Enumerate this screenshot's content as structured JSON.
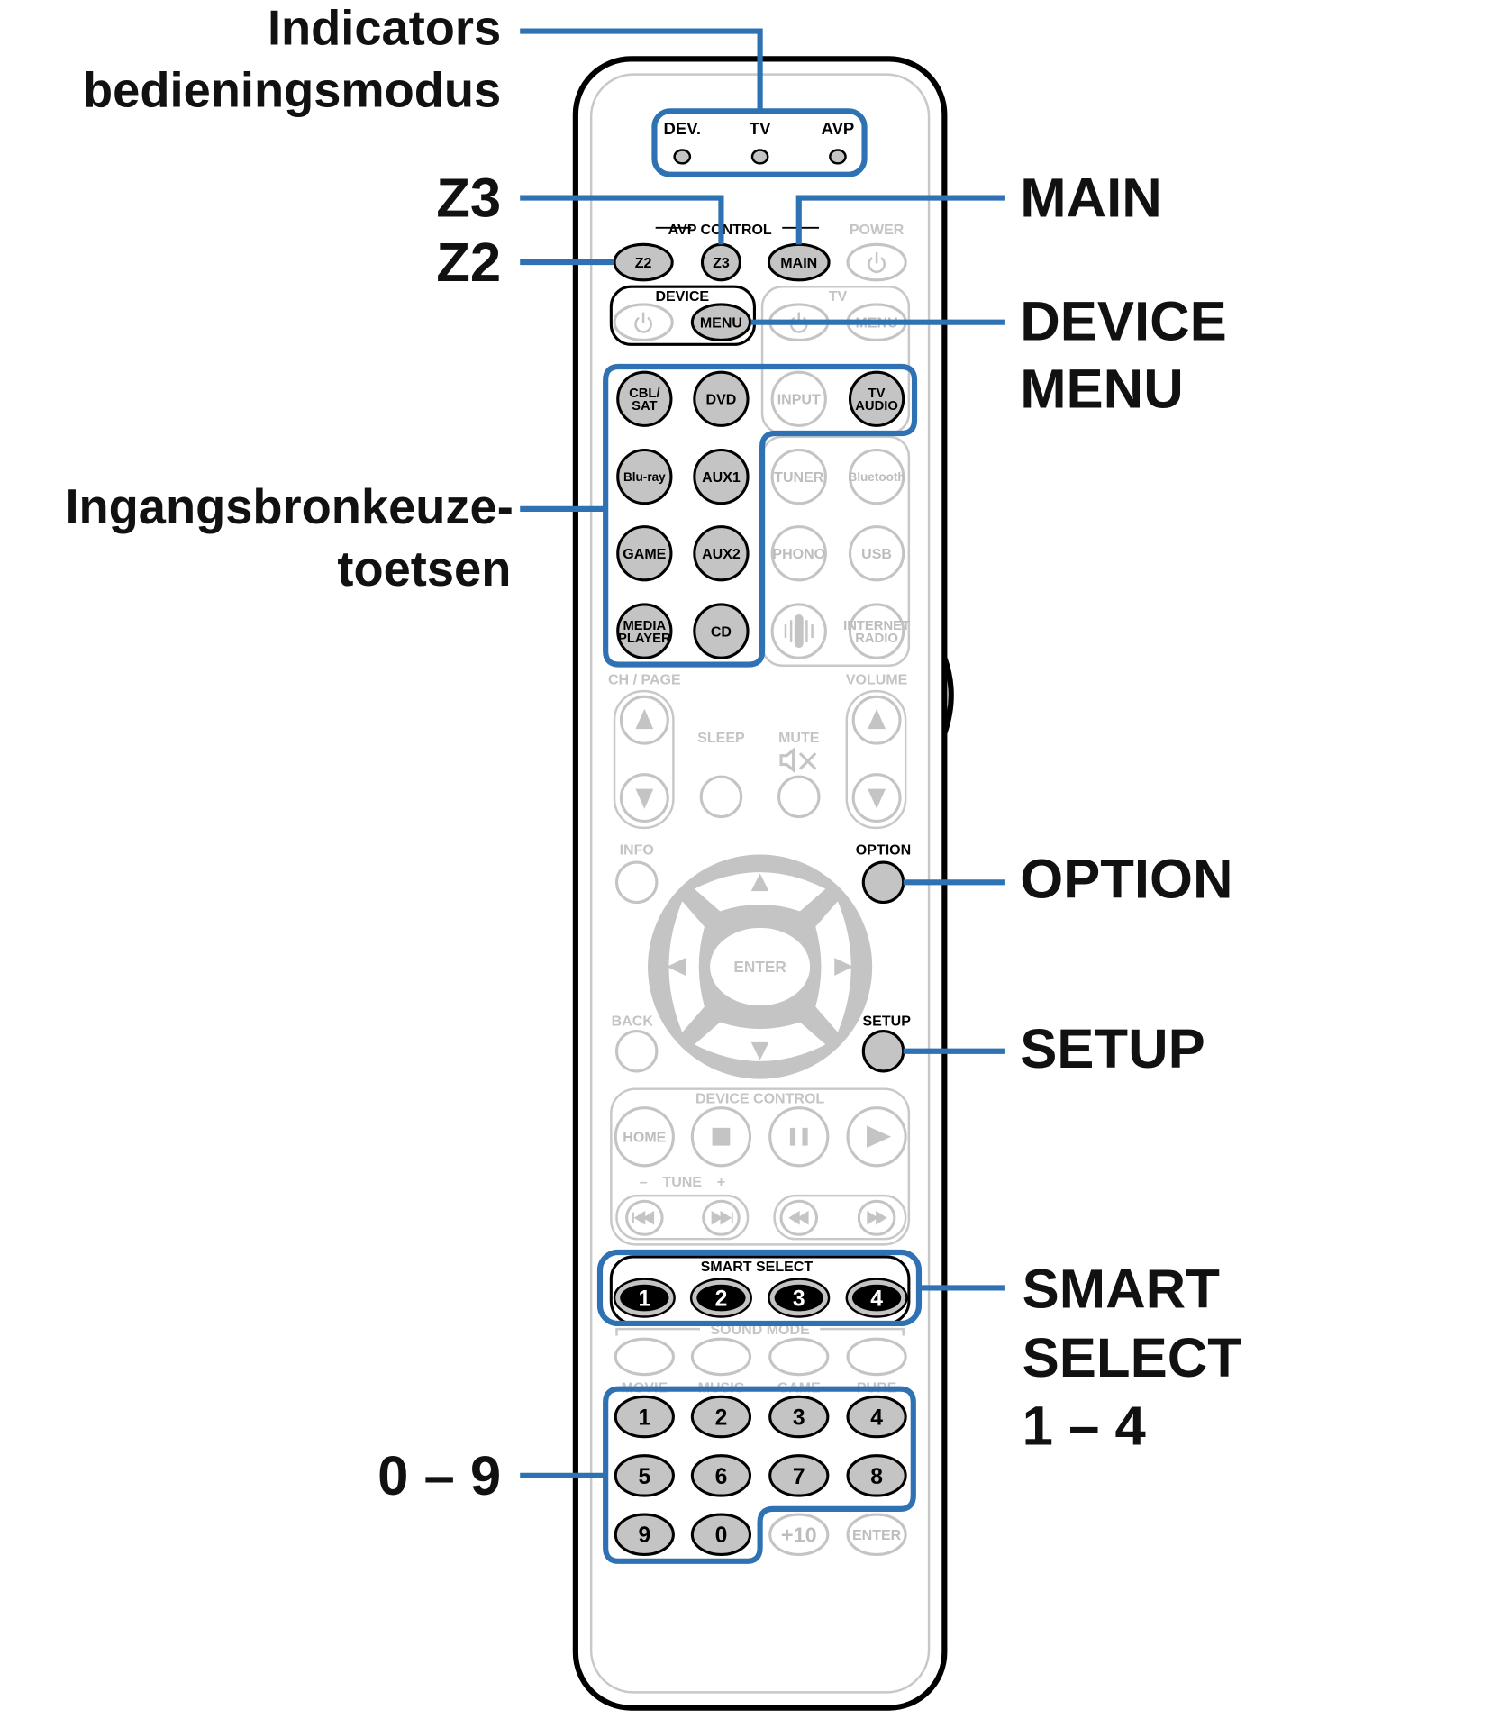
{
  "callouts": {
    "indicators": [
      "Indicators",
      "bedieningsmodus"
    ],
    "z3": "Z3",
    "z2": "Z2",
    "main": "MAIN",
    "device_menu": [
      "DEVICE",
      "MENU"
    ],
    "inputs": [
      "Ingangsbronkeuze-",
      "toetsen"
    ],
    "option": "OPTION",
    "setup": "SETUP",
    "smart_select": [
      "SMART",
      "SELECT",
      "1 – 4"
    ],
    "numbers": "0 – 9"
  },
  "remote": {
    "indicators": [
      "DEV.",
      "TV",
      "AVP"
    ],
    "avp_control": "AVP CONTROL",
    "power": "POWER",
    "zone_buttons": [
      "Z2",
      "Z3",
      "MAIN"
    ],
    "device_group": "DEVICE",
    "device_menu": "MENU",
    "tv_group": "TV",
    "tv_menu": "MENU",
    "inputs": [
      [
        "CBL/",
        "SAT"
      ],
      [
        "DVD"
      ],
      [
        "INPUT"
      ],
      [
        "TV",
        "AUDIO"
      ],
      [
        "Blu-ray"
      ],
      [
        "AUX1"
      ],
      [
        "TUNER"
      ],
      [
        "Bluetooth"
      ],
      [
        "GAME"
      ],
      [
        "AUX2"
      ],
      [
        "PHONO"
      ],
      [
        "USB"
      ],
      [
        "MEDIA",
        "PLAYER"
      ],
      [
        "CD"
      ],
      [
        ""
      ],
      [
        "INTERNET",
        "RADIO"
      ]
    ],
    "ch_page": "CH / PAGE",
    "volume": "VOLUME",
    "sleep": "SLEEP",
    "mute": "MUTE",
    "info": "INFO",
    "option": "OPTION",
    "enter": "ENTER",
    "back": "BACK",
    "setup": "SETUP",
    "device_control": "DEVICE CONTROL",
    "home": "HOME",
    "tune": "TUNE",
    "tune_minus": "–",
    "tune_plus": "+",
    "smart_select": "SMART SELECT",
    "smart_buttons": [
      "1",
      "2",
      "3",
      "4"
    ],
    "sound_mode": "SOUND MODE",
    "sound_modes": [
      "MOVIE",
      "MUSIC",
      "GAME",
      "PURE"
    ],
    "number_buttons": [
      "1",
      "2",
      "3",
      "4",
      "5",
      "6",
      "7",
      "8",
      "9",
      "0",
      "+10",
      "ENTER"
    ]
  },
  "colors": {
    "highlight": "#2e72b3",
    "button_active": "#c4c4c4",
    "button_inactive": "#c0c0c0"
  }
}
